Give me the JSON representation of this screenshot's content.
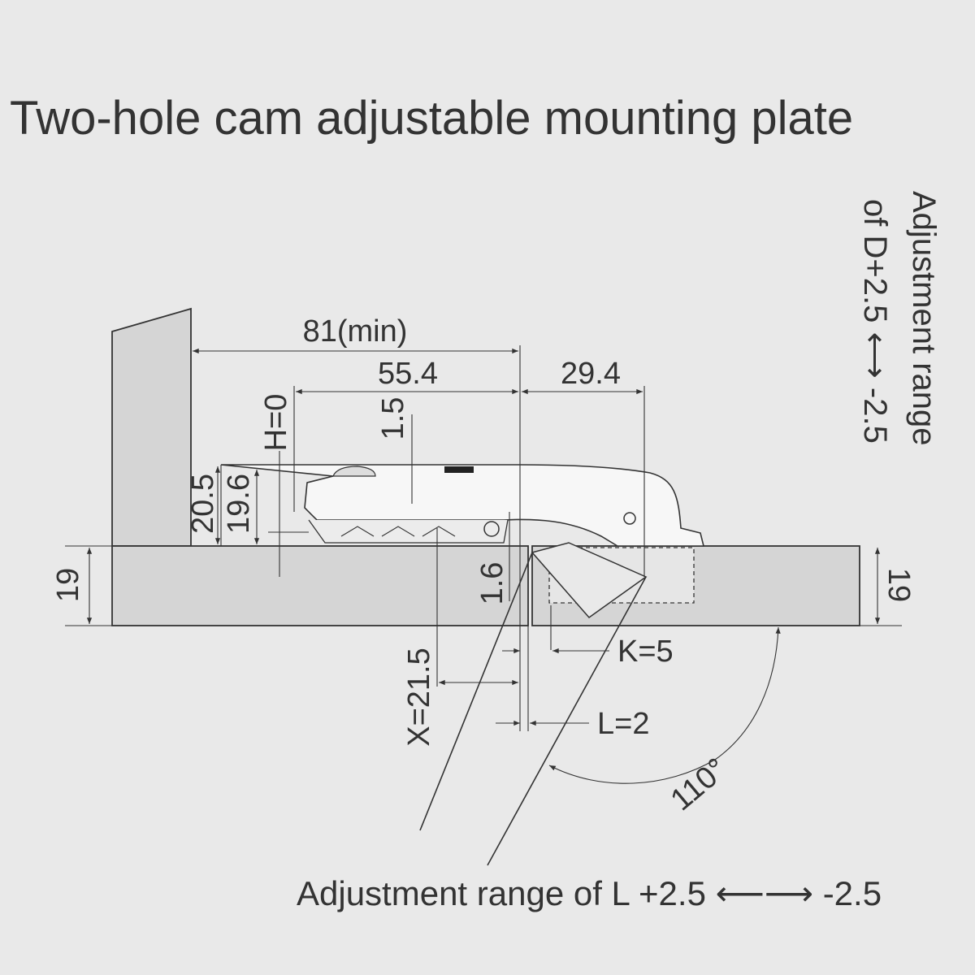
{
  "title": "Two-hole cam adjustable mounting plate",
  "dimensions": {
    "overall": "81(min)",
    "cup_to_edge": "55.4",
    "arm": "29.4",
    "h": "H=0",
    "d1": "1.5",
    "h1": "20.5",
    "h2": "19.6",
    "d2": "1.6",
    "panel_left": "19",
    "panel_right": "19",
    "x": "X=21.5",
    "k": "K=5",
    "l": "L=2",
    "angle": "110°"
  },
  "notes": {
    "d_range_line1": "Adjustment range",
    "d_range_line2": "of D+2.5 ⟷ -2.5",
    "l_range": "Adjustment range of L +2.5 ⟵⟶ -2.5"
  },
  "colors": {
    "background": "#e9e9e9",
    "panel": "#d5d5d5",
    "ink": "#333333"
  }
}
